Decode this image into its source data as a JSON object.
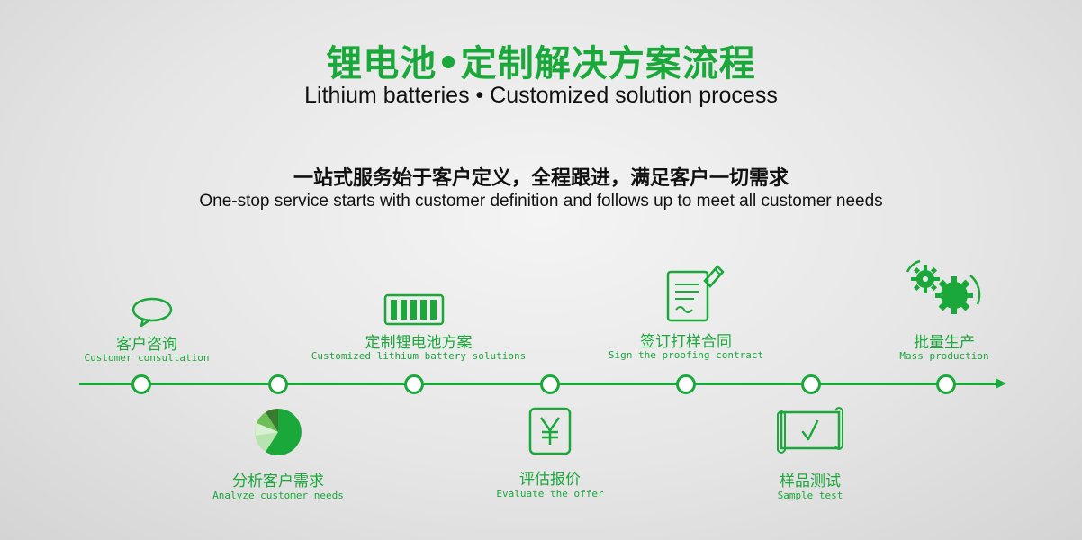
{
  "header": {
    "title": "锂电池•定制解决方案流程",
    "subtitle": "Lithium batteries • Customized solution process"
  },
  "tagline": {
    "cn": "一站式服务始于客户定义，全程跟进，满足客户一切需求",
    "en": "One-stop service starts with customer definition and follows up to meet all customer needs"
  },
  "steps": [
    {
      "cn": "客户咨询",
      "en": "Customer consultation",
      "icon": "chat-bubble-icon"
    },
    {
      "cn": "分析客户需求",
      "en": "Analyze customer needs",
      "icon": "pie-chart-icon"
    },
    {
      "cn": "定制锂电池方案",
      "en": "Customized lithium battery solutions",
      "icon": "battery-icon"
    },
    {
      "cn": "评估报价",
      "en": "Evaluate the offer",
      "icon": "yen-document-icon"
    },
    {
      "cn": "签订打样合同",
      "en": "Sign the proofing contract",
      "icon": "contract-icon"
    },
    {
      "cn": "样品测试",
      "en": "Sample test",
      "icon": "checked-scroll-icon"
    },
    {
      "cn": "批量生产",
      "en": "Mass production",
      "icon": "gears-icon"
    }
  ],
  "colors": {
    "accent": "#1aa83a",
    "text": "#111111",
    "background": "#e6e6e6"
  }
}
